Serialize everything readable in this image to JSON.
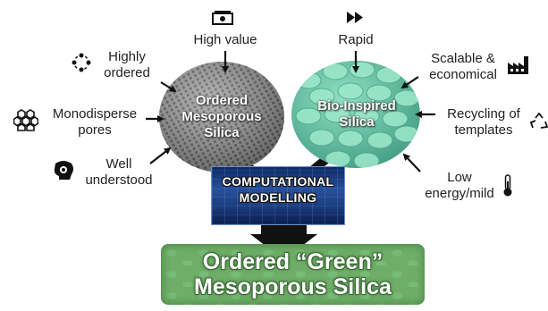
{
  "factors": {
    "high_value": "High value",
    "rapid": "Rapid",
    "highly_ordered": "Highly\nordered",
    "monodisperse": "Monodisperse\npores",
    "well_understood": "Well\nunderstood",
    "scalable": "Scalable &\neconomical",
    "recycling": "Recycling of\ntemplates",
    "low_energy": "Low\nenergy/mild"
  },
  "ordered_silica": {
    "line1": "Ordered",
    "line2": "Mesoporous",
    "line3": "Silica"
  },
  "bio_silica": {
    "line1": "Bio-Inspired",
    "line2": "Silica"
  },
  "computational": {
    "line1": "COMPUTATIONAL",
    "line2": "MODELLING"
  },
  "result": {
    "line1": "Ordered “Green”",
    "line2": "Mesoporous Silica"
  },
  "colors": {
    "ordered_ellipse": "#8a8a8a",
    "bio_ellipse": "#6cc3a6",
    "computational_box": "#1f4a8c",
    "result_box": "#6fae68"
  }
}
